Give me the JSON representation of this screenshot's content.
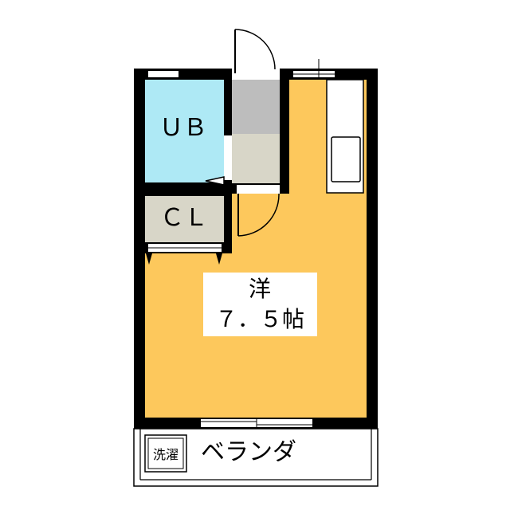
{
  "rooms": {
    "unit_bath": {
      "label": "ＵＢ",
      "color": "#aee9f5"
    },
    "closet": {
      "label": "ＣＬ",
      "color": "#d8d6c8"
    },
    "western_room": {
      "type": "洋",
      "size": "７．５帖",
      "color": "#fdc85c"
    },
    "toilet_upper": {
      "color": "#bdbdbd"
    },
    "toilet_lower": {
      "color": "#d8d6c8"
    }
  },
  "veranda": {
    "label": "ベランダ"
  },
  "laundry": {
    "label": "洗濯"
  },
  "colors": {
    "wall": "#000000",
    "background": "#ffffff",
    "kitchen": "#ffffff"
  }
}
